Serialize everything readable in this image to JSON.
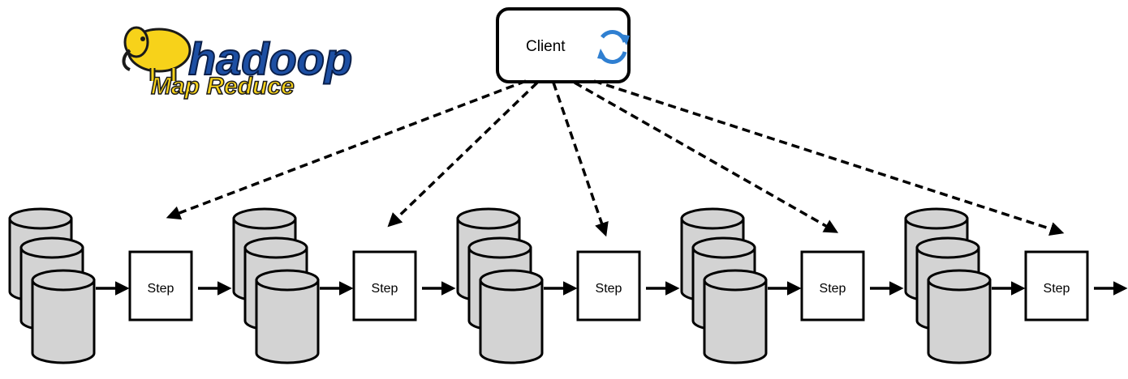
{
  "logo": {
    "wordmark": "hadoop",
    "subtitle": "Map Reduce",
    "colors": {
      "elephant": "#f7d21a",
      "outline": "#1a1a1a",
      "wordmark_fill": "#1d4fa3",
      "subtitle_fill": "#f7d21a"
    }
  },
  "client": {
    "label": "Client",
    "icon": "refresh-cycle-icon",
    "icon_color": "#2f7fd1"
  },
  "steps": [
    {
      "label": "Step"
    },
    {
      "label": "Step"
    },
    {
      "label": "Step"
    },
    {
      "label": "Step"
    },
    {
      "label": "Step"
    }
  ],
  "colors": {
    "storage_fill": "#d3d3d3",
    "stroke": "#000000",
    "background": "#ffffff"
  }
}
